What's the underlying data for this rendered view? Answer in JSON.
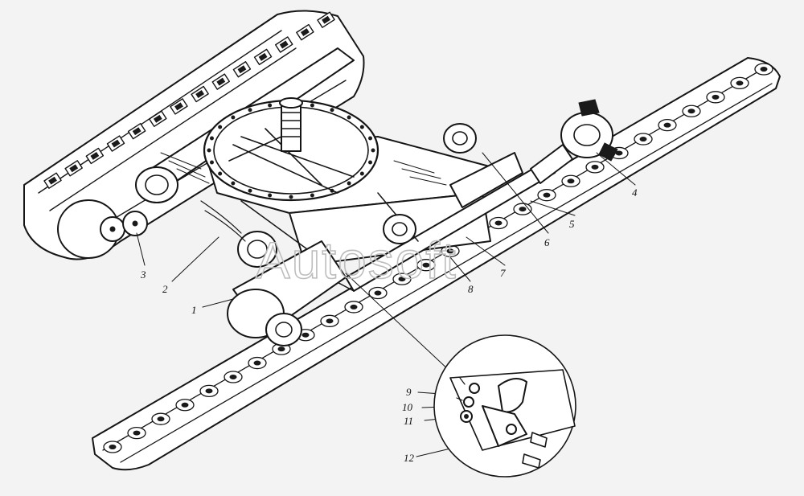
{
  "watermark": "Autosoft",
  "callouts": [
    {
      "id": "1",
      "label": "1"
    },
    {
      "id": "2",
      "label": "2"
    },
    {
      "id": "3",
      "label": "3"
    },
    {
      "id": "4",
      "label": "4"
    },
    {
      "id": "5",
      "label": "5"
    },
    {
      "id": "6",
      "label": "6"
    },
    {
      "id": "7",
      "label": "7"
    },
    {
      "id": "8",
      "label": "8"
    },
    {
      "id": "9",
      "label": "9"
    },
    {
      "id": "10",
      "label": "10"
    },
    {
      "id": "11",
      "label": "11"
    },
    {
      "id": "12",
      "label": "12"
    }
  ]
}
